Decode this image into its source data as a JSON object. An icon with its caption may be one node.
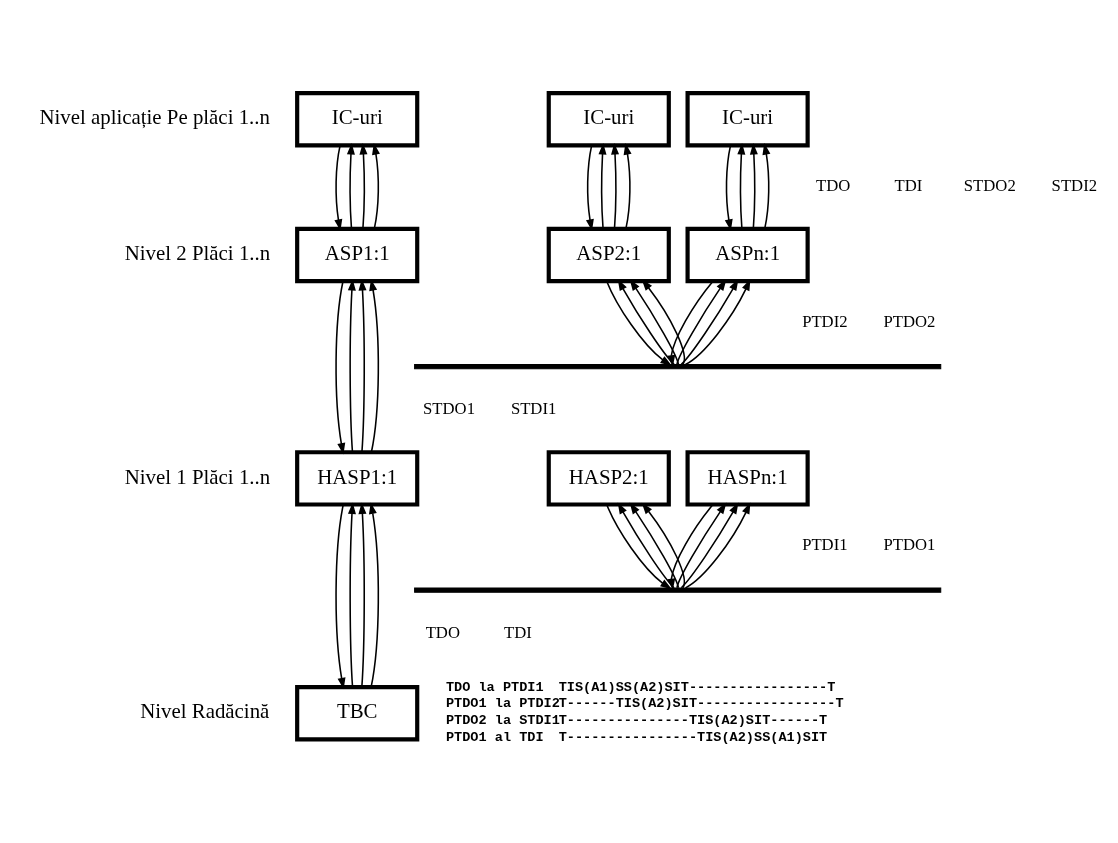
{
  "diagram": {
    "nodes": [
      {
        "text": [
          "IC-uri"
        ]
      },
      {
        "text": [
          "IC-uri"
        ]
      },
      {
        "text": [
          "IC-uri"
        ]
      },
      {
        "text": [
          "ASP1:1"
        ]
      },
      {
        "text": [
          "ASP2:1"
        ]
      },
      {
        "text": [
          "ASPn:1"
        ]
      },
      {
        "text": [],
        "shape": "bar"
      },
      {
        "text": [
          "HASP1:1"
        ]
      },
      {
        "text": [
          "HASP2:1"
        ]
      },
      {
        "text": [
          "HASPn:1"
        ]
      },
      {
        "text": [],
        "shape": "bar"
      },
      {
        "text": [
          "TBC"
        ]
      }
    ],
    "edges": [
      {
        "from": 3,
        "to": 0,
        "arrow": "to"
      },
      {
        "from": 3,
        "to": 0,
        "arrow": "to"
      },
      {
        "from": 3,
        "to": 0,
        "arrow": "to"
      },
      {
        "from": 0,
        "to": 3,
        "arrow": "to"
      },
      {
        "from": 4,
        "to": 1,
        "arrow": "to"
      },
      {
        "from": 4,
        "to": 1,
        "arrow": "to"
      },
      {
        "from": 4,
        "to": 1,
        "arrow": "to"
      },
      {
        "from": 1,
        "to": 4,
        "arrow": "to"
      },
      {
        "from": 5,
        "to": 2,
        "arrow": "to"
      },
      {
        "from": 5,
        "to": 2,
        "arrow": "to"
      },
      {
        "from": 5,
        "to": 2,
        "arrow": "to"
      },
      {
        "from": 2,
        "to": 5,
        "arrow": "to"
      },
      {
        "from": 7,
        "to": 3,
        "arrow": "to"
      },
      {
        "from": 7,
        "to": 3,
        "arrow": "to"
      },
      {
        "from": 7,
        "to": 3,
        "arrow": "to"
      },
      {
        "from": 3,
        "to": 7,
        "arrow": "to"
      },
      {
        "from": 6,
        "to": 4,
        "arrow": "to"
      },
      {
        "from": 6,
        "to": 4,
        "arrow": "to"
      },
      {
        "from": 6,
        "to": 4,
        "arrow": "to"
      },
      {
        "from": 4,
        "to": 6,
        "arrow": "to"
      },
      {
        "from": 6,
        "to": 5,
        "arrow": "to"
      },
      {
        "from": 6,
        "to": 5,
        "arrow": "to"
      },
      {
        "from": 6,
        "to": 5,
        "arrow": "to"
      },
      {
        "from": 5,
        "to": 6,
        "arrow": "to"
      },
      {
        "from": 11,
        "to": 7,
        "arrow": "to"
      },
      {
        "from": 11,
        "to": 7,
        "arrow": "to"
      },
      {
        "from": 11,
        "to": 7,
        "arrow": "to"
      },
      {
        "from": 7,
        "to": 11,
        "arrow": "to"
      },
      {
        "from": 10,
        "to": 8,
        "arrow": "to"
      },
      {
        "from": 10,
        "to": 8,
        "arrow": "to"
      },
      {
        "from": 10,
        "to": 8,
        "arrow": "to"
      },
      {
        "from": 8,
        "to": 10,
        "arrow": "to"
      },
      {
        "from": 10,
        "to": 9,
        "arrow": "to"
      },
      {
        "from": 10,
        "to": 9,
        "arrow": "to"
      },
      {
        "from": 10,
        "to": 9,
        "arrow": "to"
      },
      {
        "from": 9,
        "to": 10,
        "arrow": "to"
      }
    ],
    "labels": [
      "Nivel aplicație Pe plăci 1..n",
      "TDO",
      "TDI",
      "STDO2",
      "STDI2",
      "Nivel 2 Plăci 1..n",
      "PTDI2",
      "PTDO2",
      "STDO1",
      "STDI1",
      "Nivel 1 Plăci 1..n",
      "PTDI1",
      "PTDO1",
      "TDO",
      "TDI",
      "Nivel Radăcină",
      "TDO la PTDI1",
      "TIS(A1)SS(A2)SIT-----------------T",
      "PTDO1 la PTDI2",
      "T------TIS(A2)SIT-----------------T",
      "PTDO2 la STDI1",
      "T---------------TIS(A2)SIT------T",
      "PTDO1 al TDI",
      "T----------------TIS(A2)SS(A1)SIT"
    ]
  }
}
